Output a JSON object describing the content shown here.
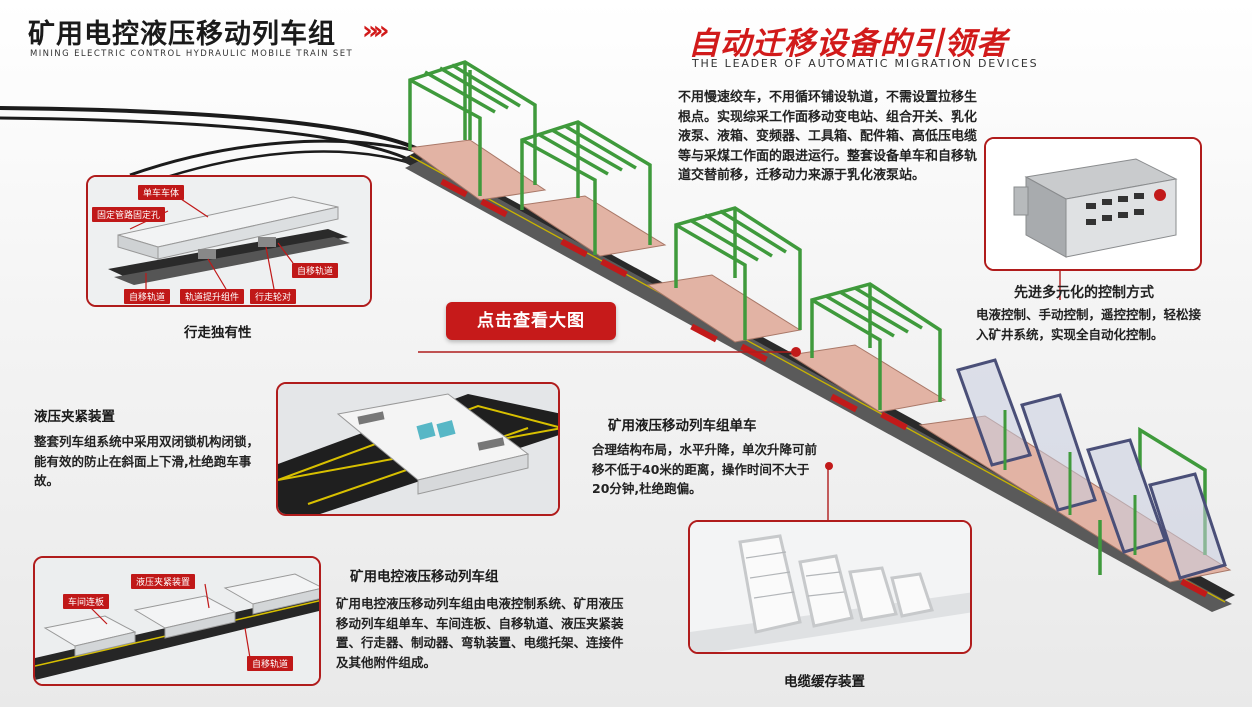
{
  "header": {
    "title": "矿用电控液压移动列车组",
    "title_arrow": "»»",
    "subtitle": "MINING ELECTRIC CONTROL HYDRAULIC MOBILE TRAIN SET",
    "slogan": "自动迁移设备的引领者",
    "slogan_sub": "THE LEADER OF AUTOMATIC MIGRATION DEVICES"
  },
  "intro": {
    "text": "不用慢速绞车，不用循环铺设轨道，不需设置拉移生根点。实现综采工作面移动变电站、组合开关、乳化液泵、液箱、变频器、工具箱、配件箱、高低压电缆等与采煤工作面的跟进运行。整套设备单车和自移轨道交替前移，迁移动力来源于乳化液泵站。"
  },
  "walking_panel": {
    "caption": "行走独有性",
    "tags": {
      "car_body": "单车车体",
      "fix_hole": "固定管路固定孔",
      "track_right": "自移轨道",
      "track_left": "自移轨道",
      "lift": "轨道提升组件",
      "wheel": "行走轮对"
    }
  },
  "view_button": {
    "label": "点击查看大图"
  },
  "clamp": {
    "title": "液压夹紧装置",
    "text": "整套列车组系统中采用双闭锁机构闭锁，能有效的防止在斜面上下滑,杜绝跑车事故。"
  },
  "single_car": {
    "title": "矿用液压移动列车组单车",
    "text": "合理结构布局，水平升降，单次升降可前移不低于40米的距离，操作时间不大于20分钟,杜绝跑偏。"
  },
  "train_panel": {
    "tags": {
      "clamp": "液压夹紧装置",
      "link": "车间连板",
      "track": "自移轨道"
    }
  },
  "train_set": {
    "title": "矿用电控液压移动列车组",
    "text": "矿用电控液压移动列车组由电液控制系统、矿用液压移动列车组单车、车间连板、自移轨道、液压夹紧装置、行走器、制动器、弯轨装置、电缆托架、连接件及其他附件组成。"
  },
  "control": {
    "title": "先进多元化的控制方式",
    "text": "电液控制、手动控制，遥控控制，轻松接入矿井系统，实现全自动化控制。"
  },
  "cable": {
    "caption": "电缆缓存装置"
  },
  "colors": {
    "accent_red": "#c61a1a",
    "frame_green": "#3f9a3c",
    "deck_pink": "#e5b3a3",
    "rail_dark": "#1b1b1b"
  }
}
